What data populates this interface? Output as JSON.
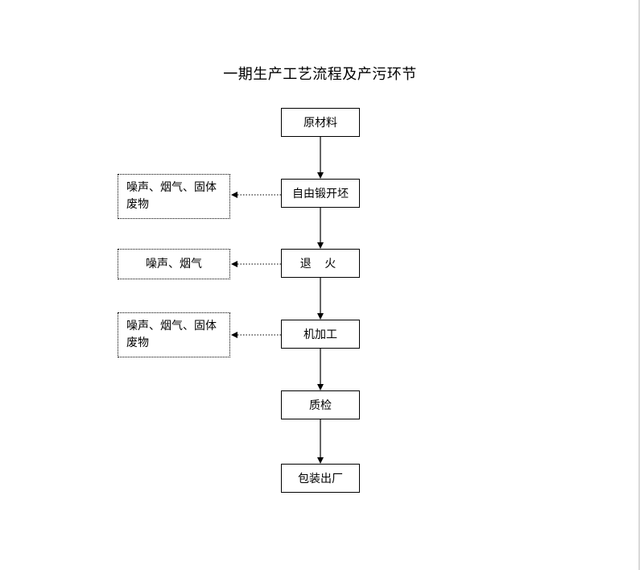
{
  "title": "一期生产工艺流程及产污环节",
  "steps": [
    {
      "id": "s1",
      "label": "原材料"
    },
    {
      "id": "s2",
      "label": "自由锻开坯"
    },
    {
      "id": "s3",
      "label": "退 火"
    },
    {
      "id": "s4",
      "label": "机加工"
    },
    {
      "id": "s5",
      "label": "质检"
    },
    {
      "id": "s6",
      "label": "包装出厂"
    }
  ],
  "pollutants": [
    {
      "source": "s2",
      "lines": [
        "噪声、烟气、固体",
        "废物"
      ]
    },
    {
      "source": "s3",
      "lines": [
        "噪声、烟气"
      ]
    },
    {
      "source": "s4",
      "lines": [
        "噪声、烟气、固体",
        "废物"
      ]
    }
  ],
  "edges": [
    {
      "from": "s1",
      "to": "s2",
      "style": "solid"
    },
    {
      "from": "s2",
      "to": "s3",
      "style": "solid"
    },
    {
      "from": "s3",
      "to": "s4",
      "style": "solid"
    },
    {
      "from": "s4",
      "to": "s5",
      "style": "solid"
    },
    {
      "from": "s5",
      "to": "s6",
      "style": "solid"
    },
    {
      "from": "s2",
      "to": "p1",
      "style": "dotted"
    },
    {
      "from": "s3",
      "to": "p2",
      "style": "dotted"
    },
    {
      "from": "s4",
      "to": "p3",
      "style": "dotted"
    }
  ]
}
